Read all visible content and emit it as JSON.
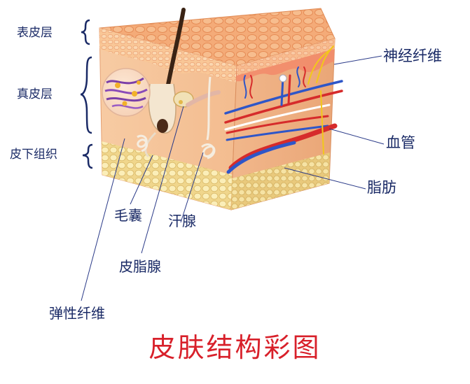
{
  "title": "皮肤结构彩图",
  "layers": {
    "epidermis": "表皮层",
    "dermis": "真皮层",
    "subcutaneous": "皮下组织"
  },
  "labels": {
    "nerve_fiber": "神经纤维",
    "blood_vessel": "血管",
    "fat": "脂肪",
    "hair_follicle": "毛囊",
    "sweat_gland": "汗腺",
    "sebaceous_gland": "皮脂腺",
    "elastic_fiber": "弹性纤维"
  },
  "colors": {
    "label_text": "#1a2a66",
    "title_text": "#d8202a",
    "leader_line": "#2a3a88",
    "skin_surface": "#f2a36e",
    "dermis": "#f6c9a2",
    "fat": "#f6e3a0",
    "artery": "#d62b2b",
    "vein": "#2e56c8",
    "nerve": "#f2c81a"
  },
  "icons": [
    "bracket-icon",
    "hair-icon",
    "cell-icon"
  ]
}
